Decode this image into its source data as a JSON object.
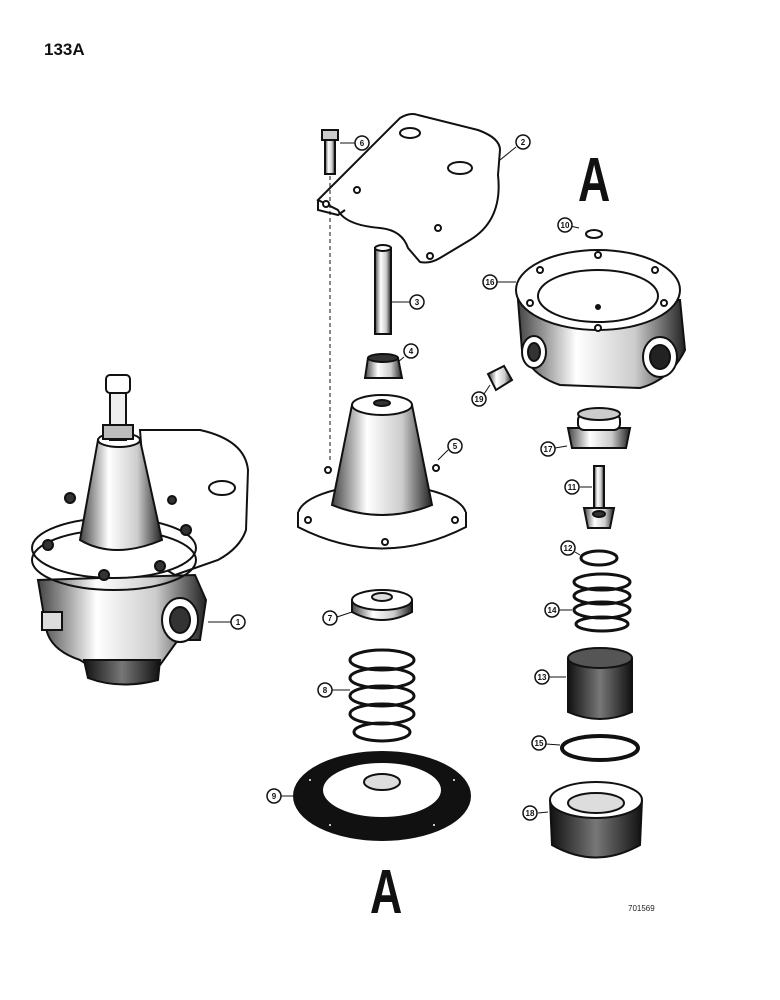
{
  "page": {
    "number": "133A",
    "drawing_code": "701569"
  },
  "section_labels": {
    "top": "A",
    "bottom": "A"
  },
  "callouts": [
    "1",
    "2",
    "3",
    "4",
    "5",
    "6",
    "7",
    "8",
    "9",
    "10",
    "11",
    "12",
    "13",
    "14",
    "15",
    "16",
    "17",
    "18",
    "19"
  ],
  "colors": {
    "ink": "#111111",
    "paper": "#ffffff"
  }
}
